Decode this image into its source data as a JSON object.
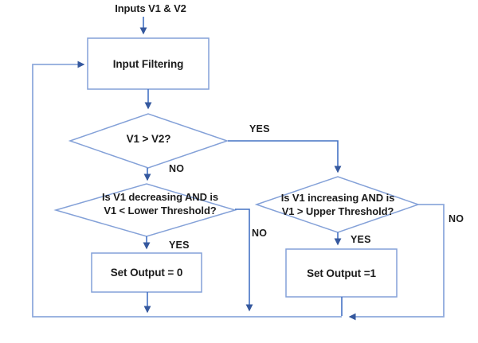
{
  "diagram": {
    "start_label": "Inputs V1 & V2",
    "nodes": {
      "input_filtering": {
        "label": "Input Filtering"
      },
      "compare": {
        "label": "V1 > V2?"
      },
      "decreasing_check": {
        "line1": "Is V1 decreasing AND is",
        "line2": "V1 < Lower Threshold?"
      },
      "increasing_check": {
        "line1": "Is V1 increasing AND is",
        "line2": "V1 > Upper Threshold?"
      },
      "set_output_0": {
        "label": "Set Output = 0"
      },
      "set_output_1": {
        "label": "Set Output =1"
      }
    },
    "edge_labels": {
      "compare_yes": "YES",
      "compare_no": "NO",
      "decreasing_yes": "YES",
      "decreasing_no": "NO",
      "increasing_yes": "YES",
      "increasing_no": "NO"
    },
    "colors": {
      "shape_border": "#84A1D8",
      "connector": "#4472C4",
      "loop_line": "#8FAADC",
      "arrowhead": "#35589E",
      "text": "#1c1c1c"
    }
  }
}
